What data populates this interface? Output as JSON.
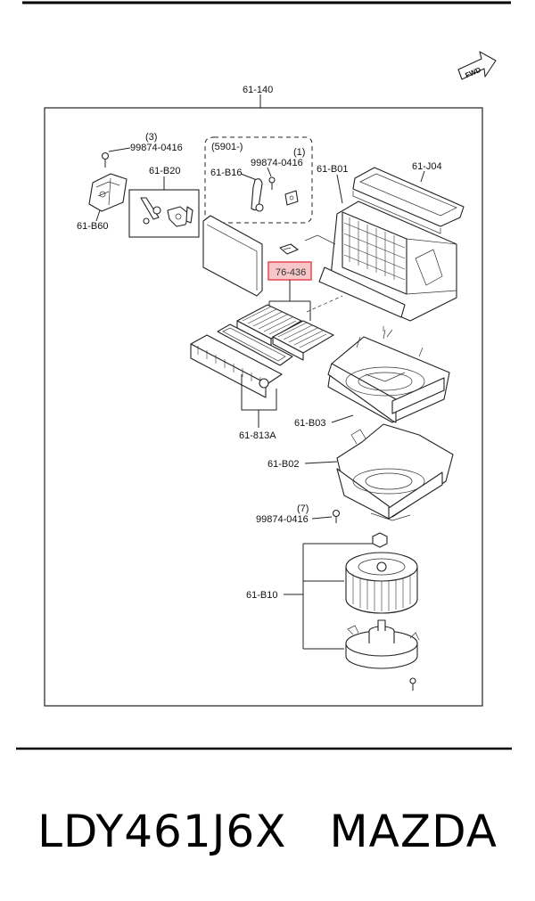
{
  "labels": {
    "main_assembly": "61-140",
    "screw_top": "99874-0416",
    "screw_top_qty": "(3)",
    "actuator_group": "61-B20",
    "actuator": "61-B60",
    "variant_note": "(5901-)",
    "link": "61-B16",
    "screw_variant": "99874-0416",
    "screw_variant_qty": "(1)",
    "upper_case": "61-B01",
    "seal": "61-J04",
    "highlighted_part": "76-436",
    "filter_group": "61-813A",
    "case_mid": "61-B03",
    "case_lower": "61-B02",
    "screw_bottom": "99874-0416",
    "screw_bottom_qty": "(7)",
    "blower_motor": "61-B10"
  },
  "badges": {
    "fwd": "FWD"
  },
  "highlight": {
    "color": "#e8484f",
    "fill": "#f7c6c9"
  },
  "footer": {
    "part_number": "LDY461J6X",
    "brand": "MAZDA"
  }
}
